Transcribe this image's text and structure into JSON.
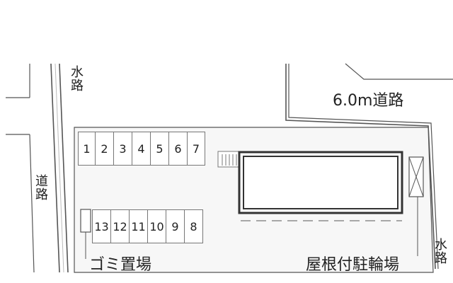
{
  "labels": {
    "waterway_top_left": "水路",
    "road_left": "道路",
    "road_top_right": "6.0m道路",
    "waterway_bottom_right": "水路",
    "garbage_area": "ゴミ置場",
    "roofed_bicycle_parking": "屋根付駐輪場"
  },
  "parking": {
    "top_row": [
      "1",
      "2",
      "3",
      "4",
      "5",
      "6",
      "7"
    ],
    "bottom_row": [
      "13",
      "12",
      "11",
      "10",
      "9",
      "8"
    ]
  },
  "colors": {
    "line": "#555555",
    "building_outline": "#333333",
    "lot_fill": "#f7f7f7"
  }
}
